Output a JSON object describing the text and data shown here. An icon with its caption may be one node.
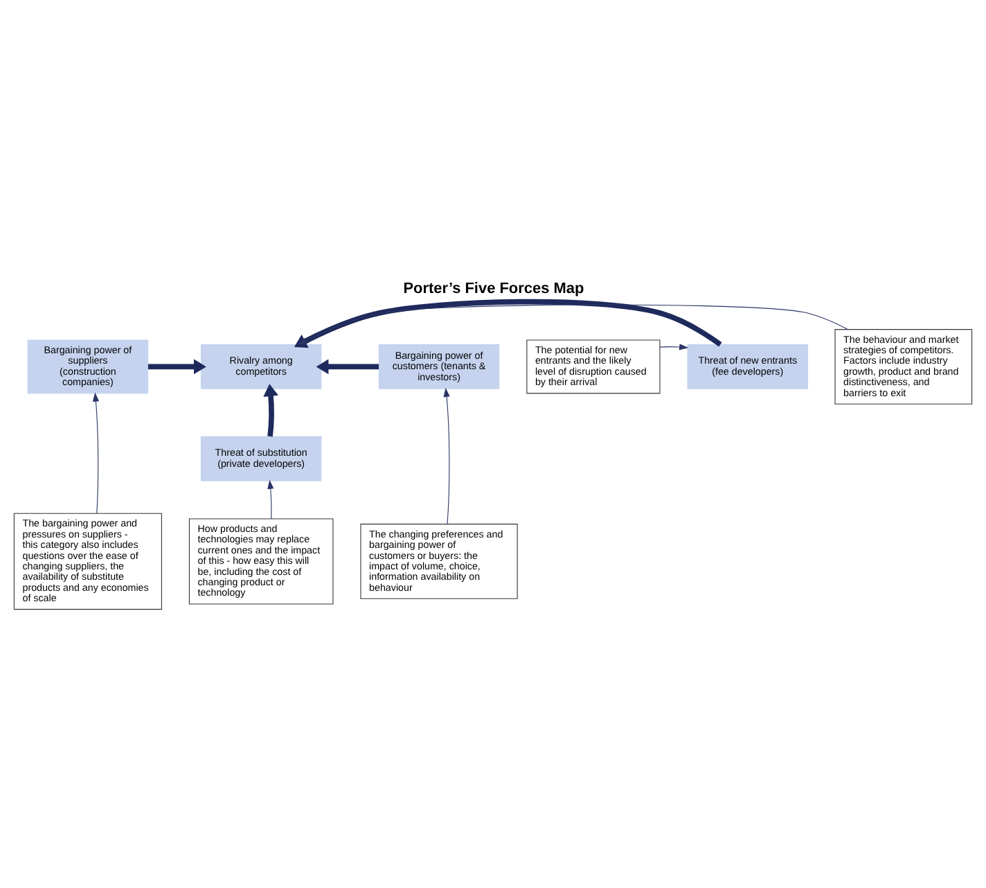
{
  "diagram": {
    "title": "Porter’s Five Forces Map",
    "nodes": [
      {
        "text": [
          "Threat of new entrants (fee developers)"
        ]
      },
      {
        "text": [
          "The potential for new entrants and the likely level of disruption caused by their arrival"
        ]
      },
      {
        "text": [
          "The behaviour and market strategies of competitors. Factors include industry growth, product and brand distinctiveness, and barriers to exit"
        ]
      },
      {
        "text": [
          "Bargaining power of suppliers (construction companies)"
        ]
      },
      {
        "text": [
          "Rivalry among competitors"
        ]
      },
      {
        "text": [
          "Bargaining power of customers (tenants & investors)"
        ]
      },
      {
        "text": [
          "Threat of substitution (private developers)"
        ]
      },
      {
        "text": [
          "The bargaining power and pressures on suppliers - this category also includes questions over the ease of changing suppliers, the availability of substitute products and any economies of scale"
        ]
      },
      {
        "text": [
          "How products and technologies may replace current ones and the impact of this - how easy this will be, including the cost of changing product or technology"
        ]
      },
      {
        "text": [
          "The changing preferences and bargaining power of customers or buyers: the impact of volume, choice, information availability on behaviour"
        ]
      }
    ],
    "edges": [
      {
        "from": 0,
        "to": 4,
        "arrow": "to",
        "style": "thick"
      },
      {
        "from": 3,
        "to": 4,
        "arrow": "to",
        "style": "thick"
      },
      {
        "from": 5,
        "to": 4,
        "arrow": "to",
        "style": "thick"
      },
      {
        "from": 6,
        "to": 4,
        "arrow": "to",
        "style": "thick"
      },
      {
        "from": 1,
        "to": 0,
        "arrow": "to"
      },
      {
        "from": 2,
        "to": 4,
        "arrow": "to"
      },
      {
        "from": 7,
        "to": 3,
        "arrow": "to"
      },
      {
        "from": 8,
        "to": 6,
        "arrow": "to"
      },
      {
        "from": 9,
        "to": 5,
        "arrow": "to"
      }
    ]
  }
}
